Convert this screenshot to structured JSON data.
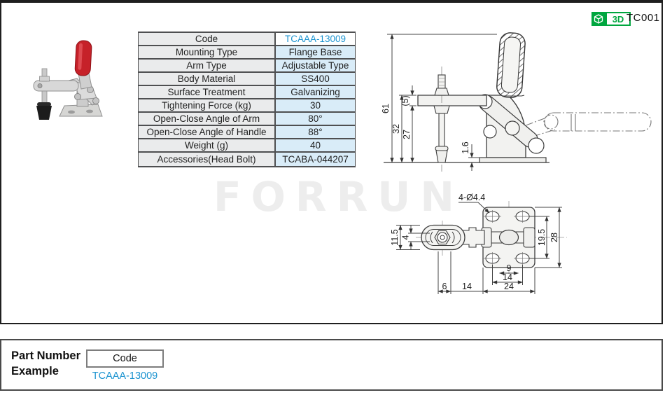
{
  "header": {
    "badge_3d_label": "3D",
    "page_code": "TC001"
  },
  "spec_table": {
    "rows": [
      {
        "label": "Code",
        "value": "TCAAA-13009"
      },
      {
        "label": "Mounting Type",
        "value": "Flange Base"
      },
      {
        "label": "Arm Type",
        "value": "Adjustable Type"
      },
      {
        "label": "Body Material",
        "value": "SS400"
      },
      {
        "label": "Surface Treatment",
        "value": "Galvanizing"
      },
      {
        "label": "Tightening Force (kg)",
        "value": "30"
      },
      {
        "label": "Open-Close Angle of Arm",
        "value": "80°"
      },
      {
        "label": "Open-Close  Angle of Handle",
        "value": "88°"
      },
      {
        "label": "Weight (g)",
        "value": "40"
      },
      {
        "label": "Accessories(Head Bolt)",
        "value": "TCABA-044207"
      }
    ]
  },
  "drawings": {
    "side_view": {
      "total_height": "61",
      "arm_thickness": "(5)",
      "arm_top_height": "32",
      "arm_bottom_height": "27",
      "base_thickness": "1.6"
    },
    "top_view": {
      "holes": "4-Ø4.4",
      "arm_end_width": "11.5",
      "slot_width": "4",
      "hole_pitch_v": "19.5",
      "base_height": "28",
      "center_width": "9",
      "hole_pitch_h": "14",
      "base_width": "24",
      "offset_6": "6",
      "offset_14": "14"
    }
  },
  "watermark": "FORRUN",
  "part_number_example": {
    "title_line1": "Part Number",
    "title_line2": "Example",
    "box_label": "Code",
    "value": "TCAAA-13009"
  },
  "colors": {
    "accent_blue": "#1b93d0",
    "brand_green": "#00a63f",
    "value_cell_bg": "#d9ecf8",
    "label_cell_bg": "#eaebec"
  }
}
